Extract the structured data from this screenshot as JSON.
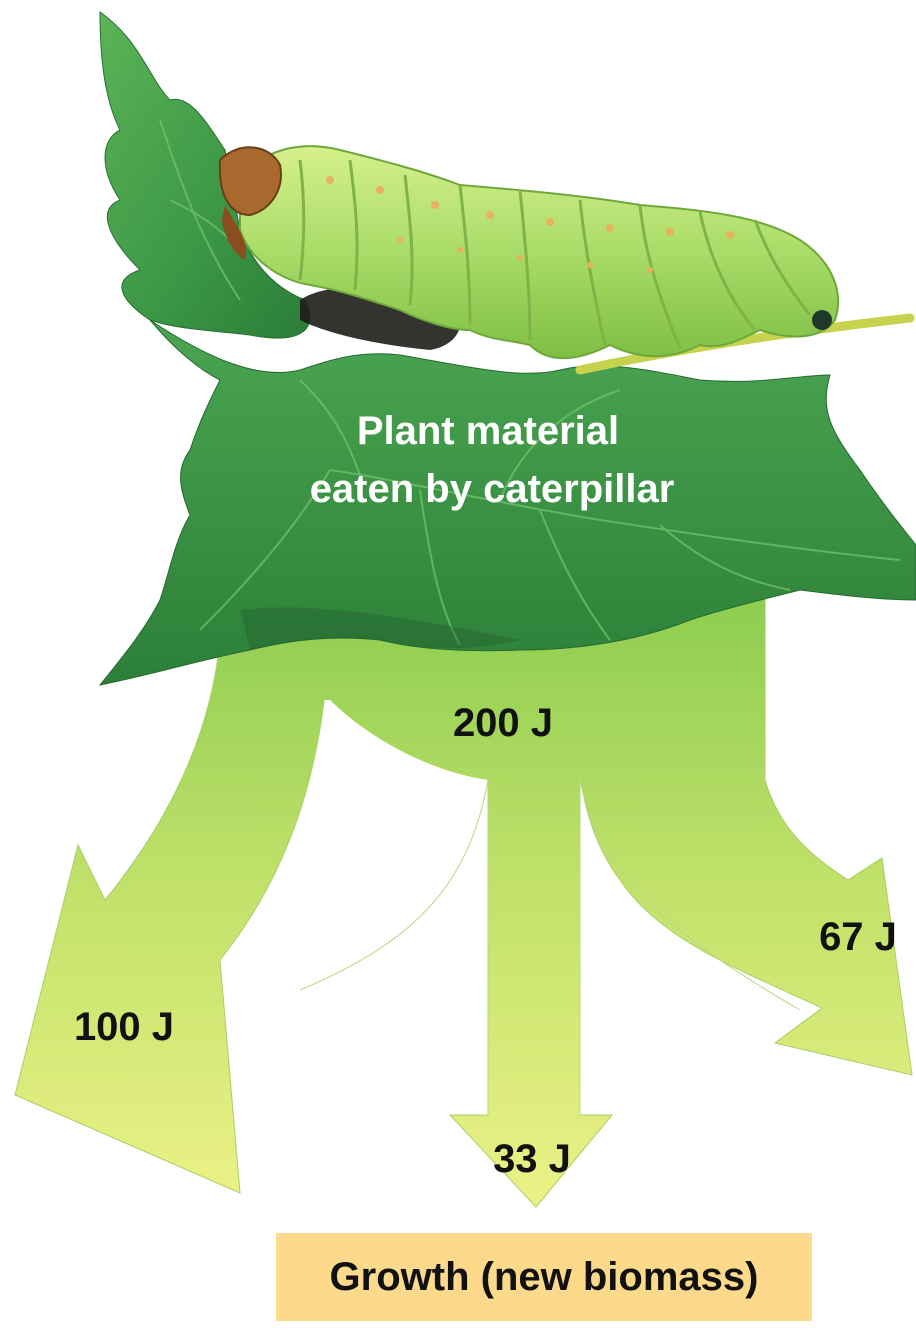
{
  "diagram": {
    "source_label_line1": "Plant material",
    "source_label_line2": "eaten by caterpillar",
    "input_energy": "200 J",
    "left_output": "100 J",
    "middle_output": "33 J",
    "right_output": "67 J",
    "growth_label": "Growth (new biomass)"
  },
  "colors": {
    "arrow_top": "#8ccf4e",
    "arrow_bottom": "#eaf186",
    "leaf_dark": "#2f8a3a",
    "leaf_light": "#52a84c",
    "caterpillar": "#a8dc6a",
    "growth_box": "#fcd98b",
    "label_white": "#ffffff",
    "label_dark": "#111111"
  },
  "icons": [
    "leaf-illustration",
    "caterpillar-illustration"
  ]
}
